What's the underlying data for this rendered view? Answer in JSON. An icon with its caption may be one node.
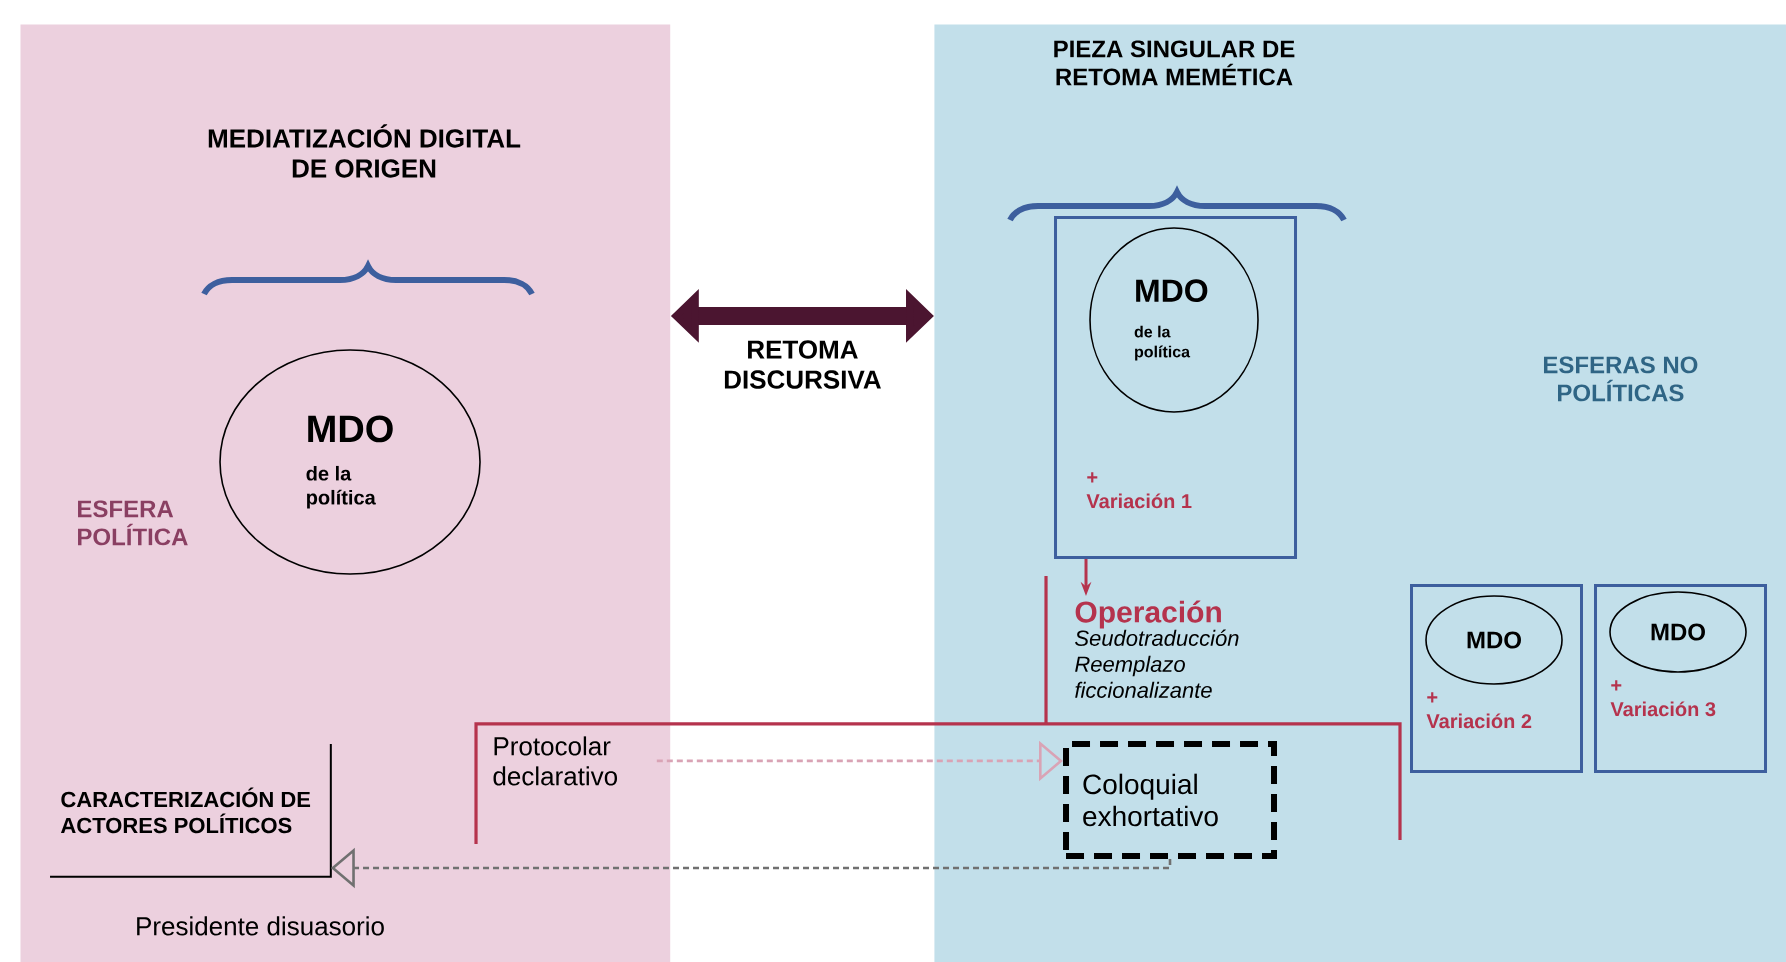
{
  "diagram": {
    "nodes": [
      {
        "text": [
          "ESFERA POLÍTICA"
        ]
      },
      {
        "text": [
          "MDO",
          "de la política"
        ],
        "in": 0
      },
      {
        "text": [
          "ESFERAS NO POLÍTICAS"
        ]
      },
      {
        "text": [
          "+",
          "Variación 1"
        ],
        "in": 2
      },
      {
        "text": [
          "MDO",
          "de la política"
        ],
        "in": 3
      },
      {
        "text": [
          "Operación",
          "Seudotraducción Reemplazo ficcionalizante"
        ],
        "in": 2
      },
      {
        "text": [
          "+",
          "Variación 2"
        ],
        "in": 2
      },
      {
        "text": [
          "MDO"
        ],
        "in": 6
      },
      {
        "text": [
          "+",
          "Variación 3"
        ],
        "in": 2
      },
      {
        "text": [
          "MDO"
        ],
        "in": 8
      },
      {
        "text": [
          "Protocolar declarativo"
        ],
        "in": 0
      },
      {
        "text": [
          "Coloquial exhortativo"
        ],
        "in": 2
      },
      {
        "text": [
          "CARACTERIZACIÓN DE ACTORES POLÍTICOS"
        ],
        "in": 0
      }
    ],
    "edges": [
      {
        "from": 0,
        "to": 2,
        "arrow": "both",
        "label": "RETOMA DISCURSIVA",
        "style": "thick",
        "color": "#4b1530"
      },
      {
        "from": 3,
        "to": 5,
        "arrow": "to",
        "color": "#b5334d"
      },
      {
        "from": 10,
        "to": 11,
        "arrow": "to",
        "style": "dashed",
        "color": "#d9a3b5"
      },
      {
        "from": 11,
        "to": 12,
        "arrow": "to",
        "style": "dashed",
        "color": "#707070"
      }
    ],
    "labels": [
      "MEDIATIZACIÓN DIGITAL DE ORIGEN",
      "PIEZA SINGULAR DE RETOMA MEMÉTICA",
      "Presidente disuasorio"
    ]
  }
}
